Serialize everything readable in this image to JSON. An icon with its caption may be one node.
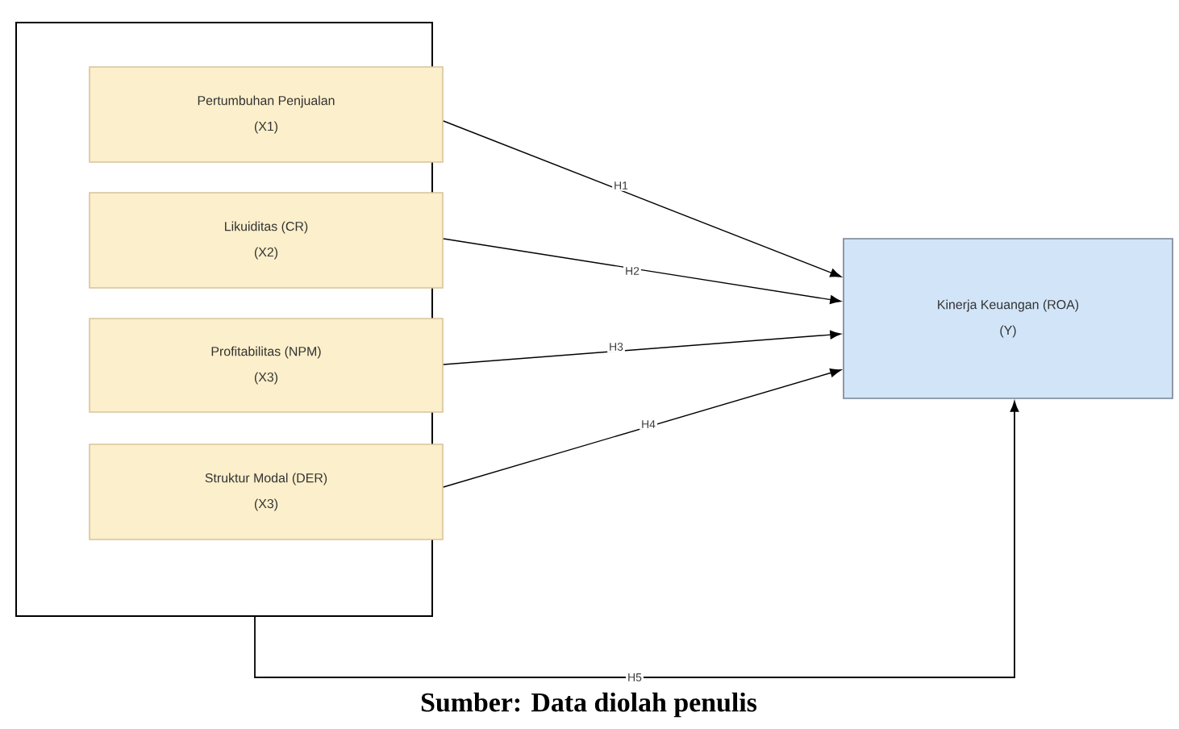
{
  "diagram": {
    "caption": "Sumber: Data diolah penulis",
    "nodes": [
      {
        "text": [],
        "shape": "box"
      },
      {
        "text": [
          "Pertumbuhan Penjualan",
          "(X1)"
        ],
        "in": 0
      },
      {
        "text": [
          "Likuiditas (CR)",
          "(X2)"
        ],
        "in": 0
      },
      {
        "text": [
          "Profitabilitas (NPM)",
          "(X3)"
        ],
        "in": 0
      },
      {
        "text": [
          "Struktur Modal (DER)",
          "(X3)"
        ],
        "in": 0
      },
      {
        "text": [
          "Kinerja Keuangan (ROA)",
          "(Y)"
        ]
      }
    ],
    "edges": [
      {
        "from": 1,
        "to": 5,
        "arrow": "to",
        "label": "H1"
      },
      {
        "from": 2,
        "to": 5,
        "arrow": "to",
        "label": "H2"
      },
      {
        "from": 3,
        "to": 5,
        "arrow": "to",
        "label": "H3"
      },
      {
        "from": 4,
        "to": 5,
        "arrow": "to",
        "label": "H4"
      },
      {
        "from": 0,
        "to": 5,
        "arrow": "to",
        "label": "H5"
      }
    ]
  }
}
